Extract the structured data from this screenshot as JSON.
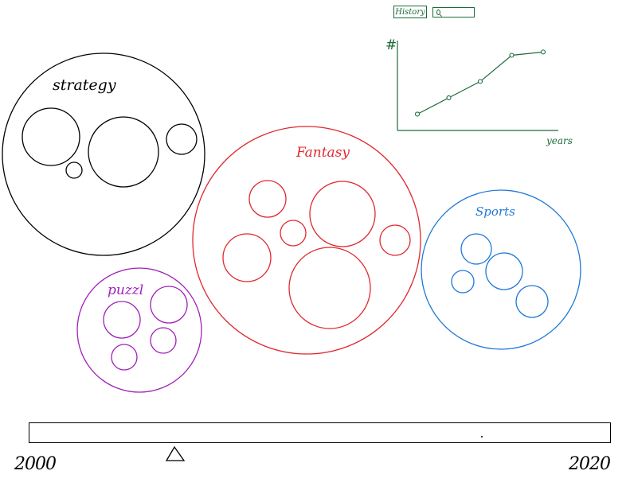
{
  "toolbar": {
    "history_label": "History",
    "search_placeholder": "",
    "search_icon": "search-icon"
  },
  "trend_chart": {
    "y_label": "#",
    "x_label": "years",
    "color": "#1b6b3a"
  },
  "chart_data": {
    "type": "line",
    "title": "",
    "xlabel": "years",
    "ylabel": "#",
    "grid": false,
    "series": [
      {
        "values": [
          1.0,
          2.0,
          3.0,
          4.6,
          4.8
        ]
      }
    ],
    "ylim": [
      0,
      5.5
    ]
  },
  "categories": [
    {
      "label": "strategy",
      "color": "#000000",
      "items": 4
    },
    {
      "label": "Fantasy",
      "color": "#e0282e",
      "items": 6
    },
    {
      "label": "Sports",
      "color": "#1e78d6",
      "items": 4
    },
    {
      "label": "puzzl",
      "color": "#a020b8",
      "items": 4
    }
  ],
  "timeline": {
    "start_label": "2000",
    "end_label": "2020",
    "handle_position": 0.25
  }
}
